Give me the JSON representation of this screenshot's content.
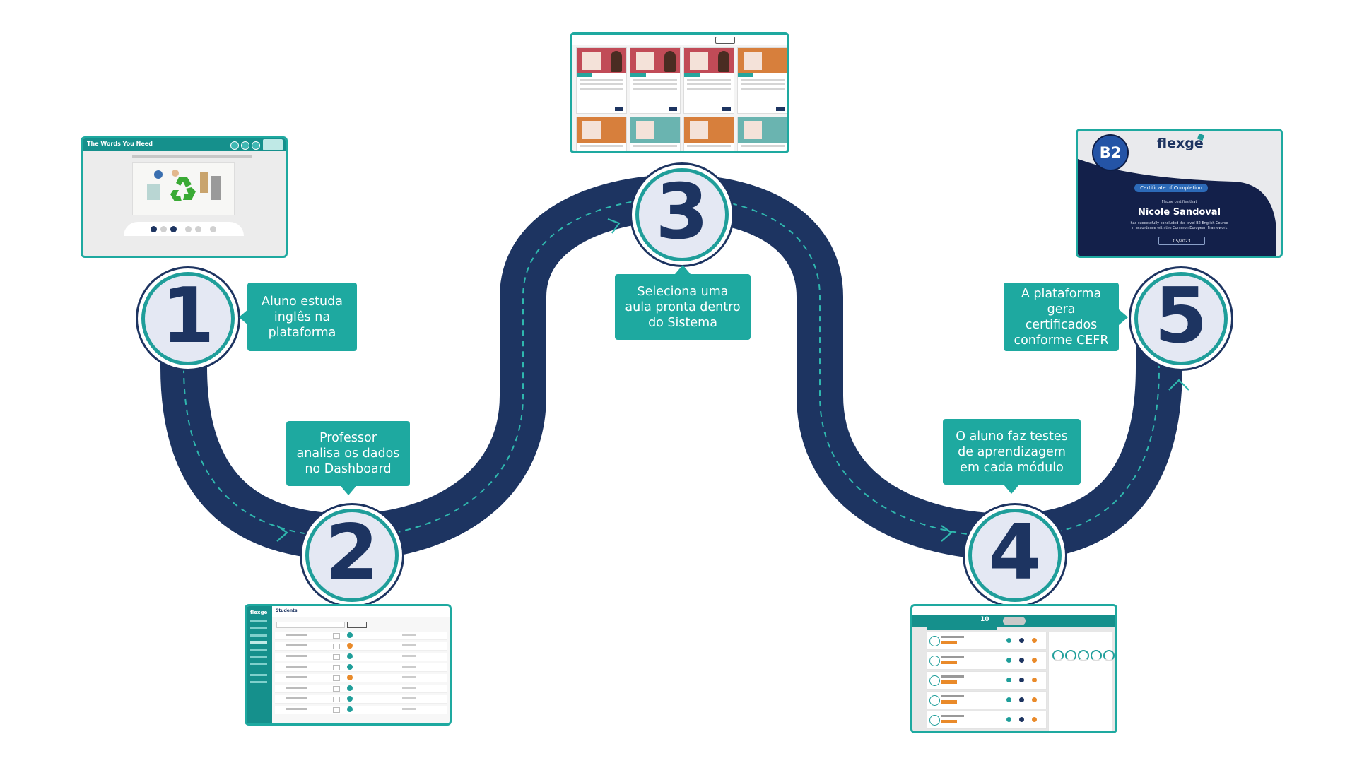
{
  "steps": [
    {
      "number": "1",
      "text": [
        "Aluno estuda",
        "inglês na",
        "plataforma"
      ]
    },
    {
      "number": "2",
      "text": [
        "Professor",
        "analisa os dados",
        "no Dashboard"
      ]
    },
    {
      "number": "3",
      "text": [
        "Seleciona uma",
        "aula pronta dentro",
        "do Sistema"
      ]
    },
    {
      "number": "4",
      "text": [
        "O aluno faz testes",
        "de aprendizagem",
        "em cada módulo"
      ]
    },
    {
      "number": "5",
      "text": [
        "A plataforma",
        "gera certificados",
        "conforme CEFR"
      ]
    }
  ],
  "screens": {
    "lesson": {
      "title": "The Words You Need"
    },
    "students": {
      "logo": "flexge",
      "title": "Students"
    },
    "lessons_grid": {},
    "progress": {
      "score": "10"
    },
    "certificate": {
      "level": "B2",
      "brand": "flexge",
      "label": "Certificate of Completion",
      "intro": "Flexge certifies that",
      "name": "Nicole Sandoval",
      "line1": "has successfully concluded the level B2 English Course",
      "line2": "in accordance with the Common European Framework",
      "date": "05/2023"
    }
  },
  "colors": {
    "road": "#1d3461",
    "accent": "#1ea9a0",
    "circle_fill": "#e4e8f3"
  }
}
